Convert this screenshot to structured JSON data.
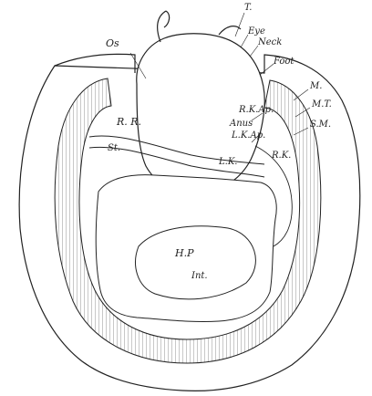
{
  "labels": {
    "t": "T.",
    "eye": "Eye",
    "neck": "Neck",
    "foot": "Foot",
    "os": "Os",
    "m": "M.",
    "mt": "M.T.",
    "sm": "S.M.",
    "rr": "R. R.",
    "rkap": "R.K.Ap.",
    "anus": "Anus",
    "lkap": "L.K.Ap.",
    "st": "St.",
    "lk": "L.K.",
    "rk": "R.K.",
    "hp": "H.P",
    "int": "Int."
  },
  "colors": {
    "ink": "#222222",
    "paper": "#ffffff"
  }
}
